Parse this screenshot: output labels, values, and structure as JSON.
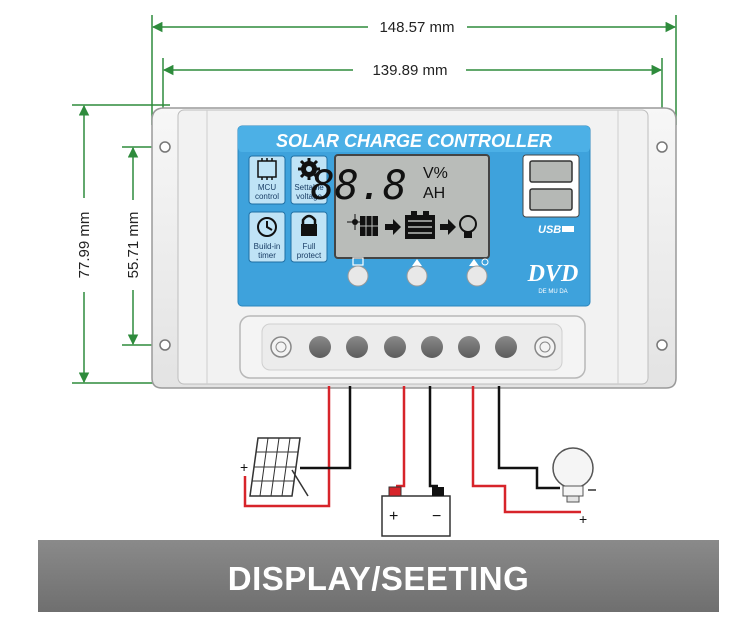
{
  "dimensions": {
    "outer_width": "148.57 mm",
    "inner_width": "139.89 mm",
    "outer_height": "77.99 mm",
    "inner_height": "55.71 mm"
  },
  "panel": {
    "title": "SOLAR CHARGE CONTROLLER",
    "lcd_digits": "88.8",
    "lcd_unit_top": "V%",
    "lcd_unit_bottom": "AH",
    "usb_label": "USB",
    "brand": "DVD",
    "brand_sub": "DE MU DA",
    "badges": [
      {
        "label1": "MCU",
        "label2": "control",
        "icon": "chip-icon"
      },
      {
        "label1": "Settable",
        "label2": "voltage",
        "icon": "gear-icon"
      },
      {
        "label1": "Build-in",
        "label2": "timer",
        "icon": "clock-icon"
      },
      {
        "label1": "Full",
        "label2": "protect",
        "icon": "lock-icon"
      }
    ]
  },
  "wiring": {
    "solar_plus": "+",
    "battery_plus": "+",
    "battery_minus": "−",
    "load_plus": "+"
  },
  "banner": {
    "text": "DISPLAY/SEETING"
  },
  "colors": {
    "panel_blue": "#3ea2dc",
    "wire_red": "#d7242a",
    "dimension_green": "#2e8b3c"
  }
}
